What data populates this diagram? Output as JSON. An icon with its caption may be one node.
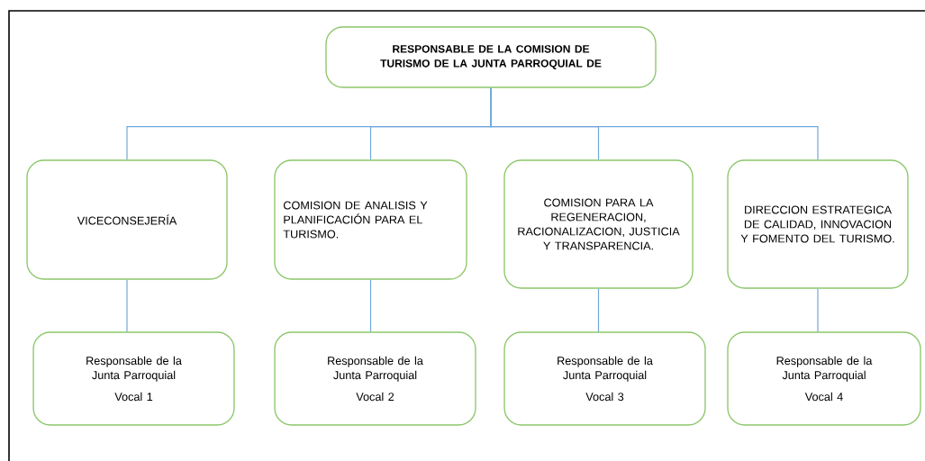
{
  "diagram": {
    "nodes": [
      {
        "text": [
          "RESPONSABLE DE LA COMISION DE TURISMO DE LA JUNTA PARROQUIAL DE"
        ]
      },
      {
        "text": [
          "VICECONSEJERÍA"
        ]
      },
      {
        "text": [
          "COMISION DE ANALISIS Y PLANIFICACIÓN PARA EL TURISMO."
        ]
      },
      {
        "text": [
          "COMISION PARA LA REGENERACION, RACIONALIZACION, JUSTICIA Y TRANSPARENCIA."
        ]
      },
      {
        "text": [
          "DIRECCION ESTRATEGICA DE CALIDAD, INNOVACION Y FOMENTO DEL TURISMO."
        ]
      },
      {
        "text": [
          "Responsable de la Junta Parroquial",
          "Vocal 1"
        ]
      },
      {
        "text": [
          "Responsable de la Junta Parroquial",
          "Vocal 2"
        ]
      },
      {
        "text": [
          "Responsable de la Junta Parroquial",
          "Vocal 3"
        ]
      },
      {
        "text": [
          "Responsable de la Junta Parroquial",
          "Vocal 4"
        ]
      }
    ],
    "edges": [
      {
        "from": 0,
        "to": 1,
        "arrow": "none"
      },
      {
        "from": 0,
        "to": 2,
        "arrow": "none"
      },
      {
        "from": 0,
        "to": 3,
        "arrow": "none"
      },
      {
        "from": 0,
        "to": 4,
        "arrow": "none"
      },
      {
        "from": 1,
        "to": 5,
        "arrow": "none"
      },
      {
        "from": 2,
        "to": 6,
        "arrow": "none"
      },
      {
        "from": 3,
        "to": 7,
        "arrow": "none"
      },
      {
        "from": 4,
        "to": 8,
        "arrow": "none"
      }
    ]
  }
}
